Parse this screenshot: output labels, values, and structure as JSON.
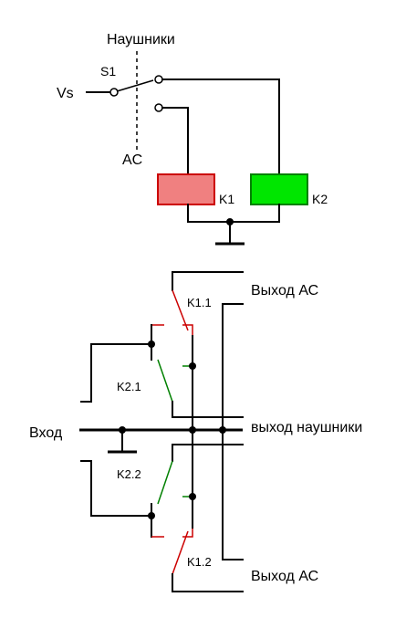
{
  "top": {
    "switch_label": "S1",
    "vs_label": "Vs",
    "headphones_label": "Наушники",
    "ac_label": "AC",
    "relay1": {
      "label": "K1",
      "color": "#f08080"
    },
    "relay2": {
      "label": "K2",
      "color": "#00e600"
    }
  },
  "bottom": {
    "input_label": "Вход",
    "output_ac_top": "Выход АС",
    "output_headphones": "выход наушники",
    "output_ac_bottom": "Выход АС",
    "contact_k11": "K1.1",
    "contact_k21": "K2.1",
    "contact_k22": "K2.2",
    "contact_k12": "K1.2"
  },
  "colors": {
    "k1_contacts": "#cc0000",
    "k2_contacts": "#008000"
  }
}
